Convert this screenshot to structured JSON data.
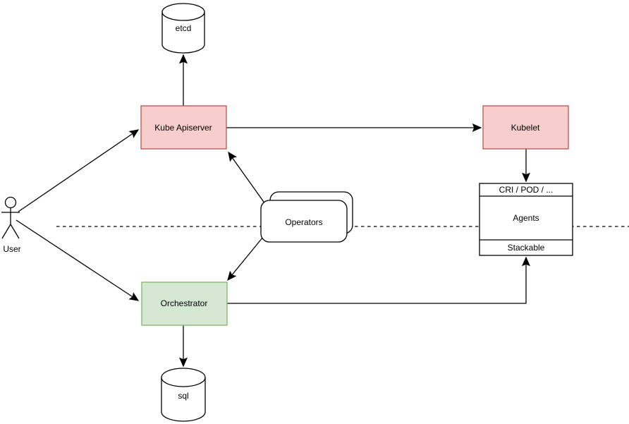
{
  "colors": {
    "background": "#ffffff",
    "red_fill": "#f8cecc",
    "red_stroke": "#b85450",
    "green_fill": "#d5e8d4",
    "green_stroke": "#82b366",
    "plain_fill": "#ffffff",
    "plain_stroke": "#000000",
    "edge": "#000000"
  },
  "nodes": {
    "etcd": {
      "label": "etcd",
      "shape": "cylinder"
    },
    "kube_apiserver": {
      "label": "Kube Apiserver",
      "shape": "rectangle"
    },
    "kubelet": {
      "label": "Kubelet",
      "shape": "rectangle"
    },
    "agents_stack": {
      "shape": "stacked-rectangle",
      "rows": {
        "top": "CRI / POD / ...",
        "middle": "Agents",
        "bottom": "Stackable"
      }
    },
    "operators": {
      "label": "Operators",
      "shape": "double-rounded-rectangle"
    },
    "orchestrator": {
      "label": "Orchestrator",
      "shape": "rectangle"
    },
    "sql": {
      "label": "sql",
      "shape": "cylinder"
    },
    "user": {
      "label": "User",
      "shape": "actor"
    }
  },
  "edges": [
    {
      "from": "user",
      "to": "kube_apiserver",
      "arrow": true
    },
    {
      "from": "user",
      "to": "orchestrator",
      "arrow": true
    },
    {
      "from": "kube_apiserver",
      "to": "etcd",
      "arrow": true
    },
    {
      "from": "kube_apiserver",
      "to": "kubelet",
      "arrow": true
    },
    {
      "from": "operators",
      "to": "kube_apiserver",
      "arrow": true
    },
    {
      "from": "operators",
      "to": "orchestrator",
      "arrow": true
    },
    {
      "from": "kubelet",
      "to": "agents_stack",
      "arrow": true
    },
    {
      "from": "orchestrator",
      "to": "agents_stack",
      "arrow": true
    },
    {
      "from": "orchestrator",
      "to": "sql",
      "arrow": true
    },
    {
      "type": "boundary-line",
      "style": "dashed",
      "arrow": false
    }
  ]
}
